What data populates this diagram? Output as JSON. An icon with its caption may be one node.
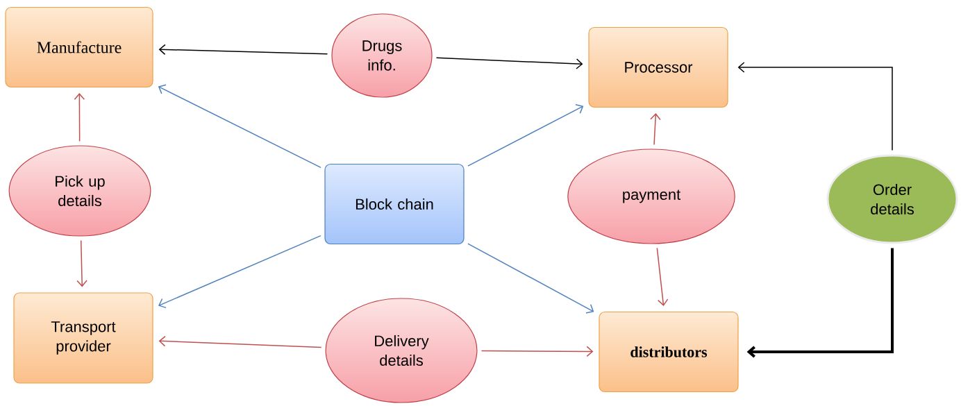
{
  "diagram": {
    "nodes": [
      {
        "text": [
          "Manufacture"
        ]
      },
      {
        "text": [
          "Drugs info."
        ]
      },
      {
        "text": [
          "Processor"
        ]
      },
      {
        "text": [
          "Pick up details"
        ]
      },
      {
        "text": [
          "Block chain"
        ]
      },
      {
        "text": [
          "payment"
        ]
      },
      {
        "text": [
          "Order details"
        ]
      },
      {
        "text": [
          "Transport provider"
        ]
      },
      {
        "text": [
          "Delivery details"
        ]
      },
      {
        "text": [
          "distributors"
        ]
      }
    ],
    "edges": [
      {
        "from": 1,
        "to": 0,
        "arrow": "to",
        "color": "#000000"
      },
      {
        "from": 1,
        "to": 2,
        "arrow": "to",
        "color": "#000000"
      },
      {
        "from": 3,
        "to": 0,
        "arrow": "to",
        "color": "#c0504d"
      },
      {
        "from": 3,
        "to": 7,
        "arrow": "to",
        "color": "#c0504d"
      },
      {
        "from": 4,
        "to": 0,
        "arrow": "to",
        "color": "#4f81bd"
      },
      {
        "from": 4,
        "to": 2,
        "arrow": "to",
        "color": "#4f81bd"
      },
      {
        "from": 4,
        "to": 7,
        "arrow": "to",
        "color": "#4f81bd"
      },
      {
        "from": 4,
        "to": 9,
        "arrow": "to",
        "color": "#4f81bd"
      },
      {
        "from": 5,
        "to": 2,
        "arrow": "to",
        "color": "#c0504d"
      },
      {
        "from": 5,
        "to": 9,
        "arrow": "to",
        "color": "#c0504d"
      },
      {
        "from": 6,
        "to": 2,
        "arrow": "to",
        "color": "#000000"
      },
      {
        "from": 6,
        "to": 9,
        "arrow": "to",
        "style": "thick",
        "color": "#000000"
      },
      {
        "from": 8,
        "to": 7,
        "arrow": "to",
        "color": "#c0504d"
      },
      {
        "from": 8,
        "to": 9,
        "arrow": "to",
        "color": "#c0504d"
      }
    ]
  }
}
